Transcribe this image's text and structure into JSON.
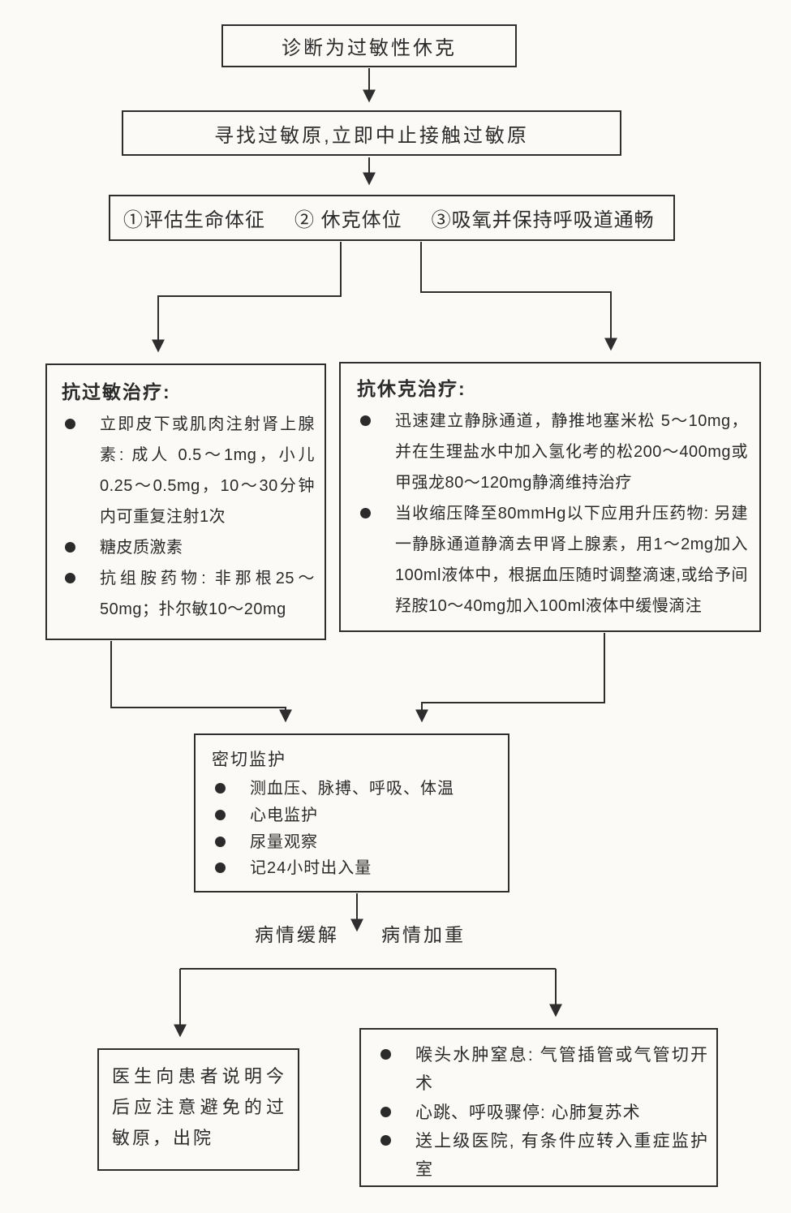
{
  "theme": {
    "ink": "#2b2b2b",
    "border": "#2e2e2e",
    "paper": "#fbfaf7"
  },
  "flow": {
    "diagnosis": {
      "text": "诊断为过敏性休克"
    },
    "find_allergen": {
      "text": "寻找过敏原,立即中止接触过敏原"
    },
    "initial_measures": {
      "items": [
        "①评估生命体征",
        "② 休克体位",
        "③吸氧并保持呼吸道通畅"
      ]
    },
    "anti_allergy": {
      "title": "抗过敏治疗:",
      "bullets": [
        "立即皮下或肌肉注射肾上腺素: 成人 0.5～1mg，小儿 0.25～0.5mg，10～30分钟内可重复注射1次",
        "糖皮质激素",
        "抗组胺药物: 非那根25～50mg；扑尔敏10～20mg"
      ]
    },
    "anti_shock": {
      "title": "抗休克治疗:",
      "bullets": [
        "迅速建立静脉通道，静推地塞米松 5～10mg，并在生理盐水中加入氢化考的松200～400mg或甲强龙80～120mg静滴维持治疗",
        "当收缩压降至80mmHg以下应用升压药物: 另建一静脉通道静滴去甲肾上腺素，用1～2mg加入100ml液体中，根据血压随时调整滴速,或给予间羟胺10～40mg加入100ml液体中缓慢滴注"
      ]
    },
    "monitoring": {
      "title": "密切监护",
      "bullets": [
        "测血压、脉搏、呼吸、体温",
        "心电监护",
        "尿量观察",
        "记24小时出入量"
      ]
    },
    "branch": {
      "relief": "病情缓解",
      "worsen": "病情加重"
    },
    "discharge": {
      "text": "医生向患者说明今后应注意避免的过敏原，出院"
    },
    "emergency": {
      "bullets": [
        "喉头水肿窒息: 气管插管或气管切开术",
        "心跳、呼吸骤停: 心肺复苏术",
        "送上级医院, 有条件应转入重症监护室"
      ]
    }
  }
}
